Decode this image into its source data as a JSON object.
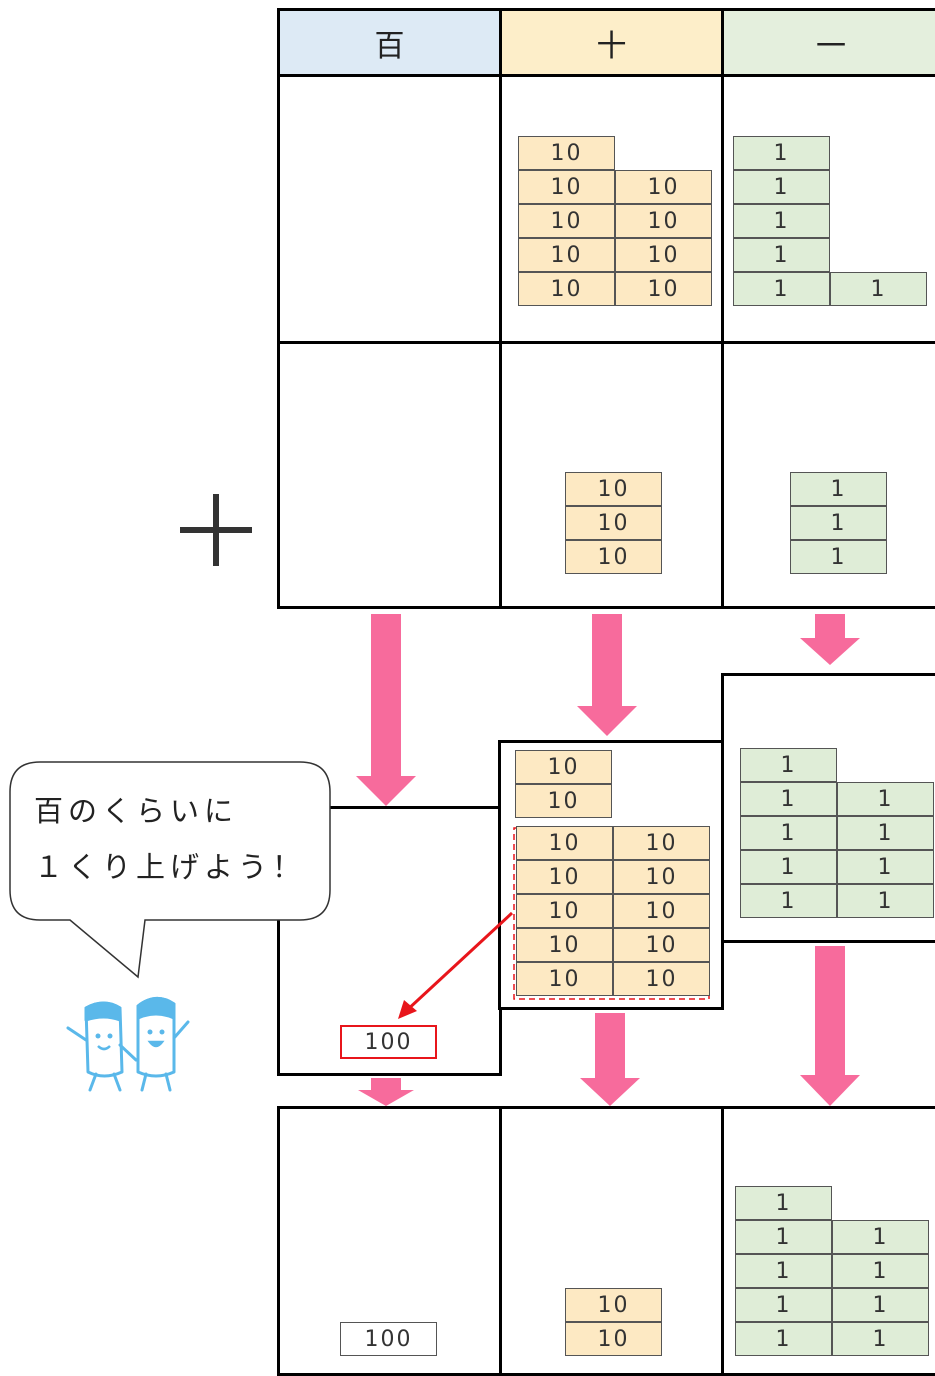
{
  "headers": {
    "hundreds": "百",
    "tens": "十",
    "ones": "一"
  },
  "plus_sign": "+",
  "block_labels": {
    "ten": "10",
    "one": "1",
    "hundred": "100"
  },
  "speech_bubble": {
    "line1": "百のくらいに",
    "line2": "１くり上げよう！"
  },
  "rows": {
    "first_number": {
      "hundreds": 0,
      "tens": 9,
      "ones": 6
    },
    "second_number": {
      "hundreds": 0,
      "tens": 3,
      "ones": 3
    },
    "combined": {
      "hundreds": 0,
      "tens": 12,
      "ones": 9
    },
    "carried": {
      "hundreds": 1,
      "tens": 10
    },
    "result": {
      "hundreds": 1,
      "tens": 2,
      "ones": 9
    }
  },
  "colors": {
    "hundreds_header": "#ddeaf5",
    "tens_header": "#fdeec9",
    "ones_header": "#e4efdd",
    "arrow": "#f76b9c",
    "highlight": "#e8151b"
  }
}
